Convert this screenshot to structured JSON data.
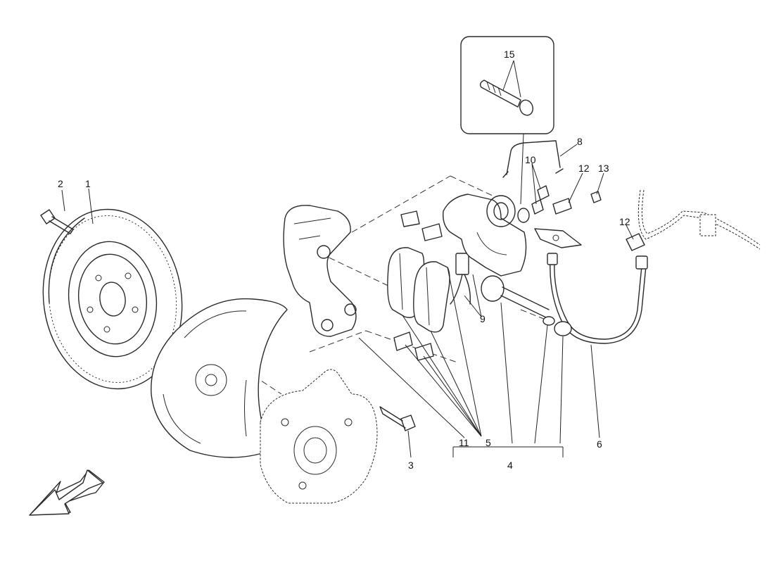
{
  "callouts": {
    "c1": "1",
    "c2": "2",
    "c3": "3",
    "c4": "4",
    "c5": "5",
    "c6": "6",
    "c8": "8",
    "c9": "9",
    "c10": "10",
    "c11": "11",
    "c12a": "12",
    "c12b": "12",
    "c13": "13",
    "c15": "15"
  },
  "icons": {
    "direction_arrow": "front-direction-arrow-icon"
  }
}
